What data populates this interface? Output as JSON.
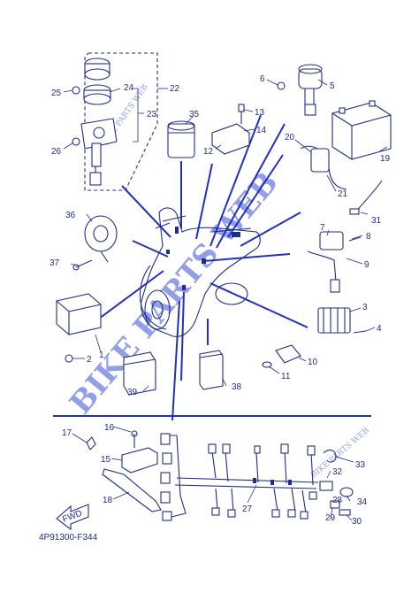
{
  "diagram_code": "4P91300-F344",
  "fwd_label": "FWD",
  "watermark": {
    "text": "BIKE PARTS WEB",
    "small_text": "BIKE PARTS WEB"
  },
  "labels": {
    "p1": "1",
    "p2": "2",
    "p3": "3",
    "p4": "4",
    "p5": "5",
    "p6": "6",
    "p7": "7",
    "p8": "8",
    "p9": "9",
    "p10": "10",
    "p11": "11",
    "p12": "12",
    "p13": "13",
    "p14": "14",
    "p15": "15",
    "p16": "16",
    "p17": "17",
    "p18": "18",
    "p19": "19",
    "p20": "20",
    "p21": "21",
    "p22": "22",
    "p23": "23",
    "p24": "24",
    "p25": "25",
    "p26": "26",
    "p27": "27",
    "p28": "28",
    "p29": "29",
    "p30": "30",
    "p31": "31",
    "p32": "32",
    "p33": "33",
    "p34": "34",
    "p35": "35",
    "p36": "36",
    "p37": "37",
    "p38": "38",
    "p39": "39"
  }
}
